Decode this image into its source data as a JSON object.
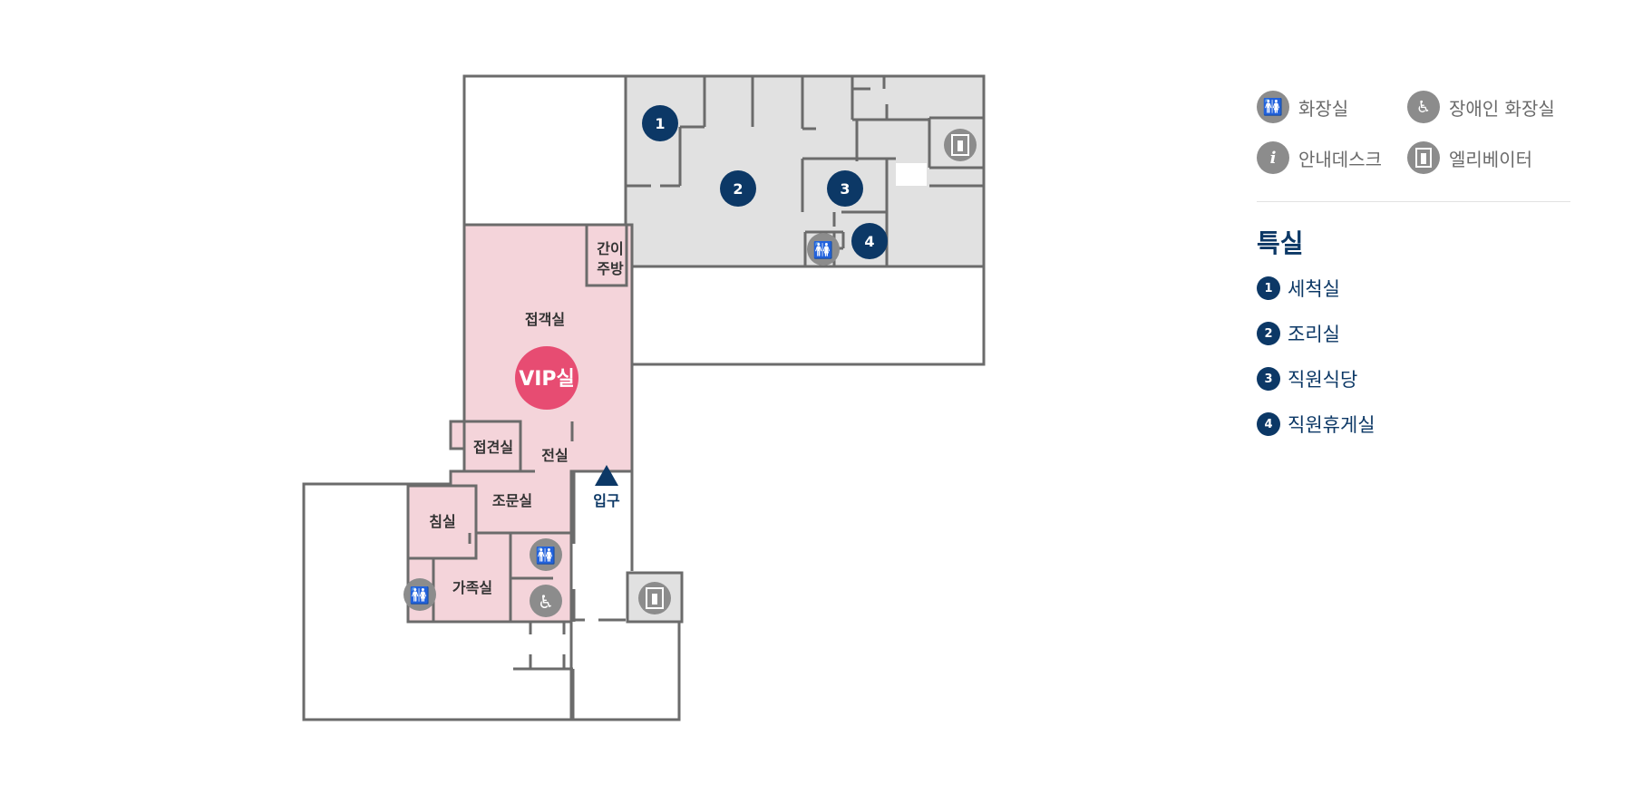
{
  "legend": {
    "items": [
      {
        "icon": "restroom-icon",
        "label": "화장실"
      },
      {
        "icon": "wheelchair-icon",
        "label": "장애인 화장실"
      },
      {
        "icon": "info-icon",
        "label": "안내데스크"
      },
      {
        "icon": "elevator-icon",
        "label": "엘리베이터"
      }
    ]
  },
  "special_rooms": {
    "title": "특실",
    "items": [
      {
        "number": "1",
        "name": "세척실"
      },
      {
        "number": "2",
        "name": "조리실"
      },
      {
        "number": "3",
        "name": "직원식당"
      },
      {
        "number": "4",
        "name": "직원휴게실"
      }
    ]
  },
  "map": {
    "rooms": {
      "kitchenette_line1": "간이",
      "kitchenette_line2": "주방",
      "reception": "접객실",
      "vip": "VIP실",
      "meeting": "접견실",
      "exhibit": "전실",
      "condolence": "조문실",
      "bedroom": "침실",
      "family": "가족실",
      "entrance": "입구"
    },
    "badges": [
      "1",
      "2",
      "3",
      "4"
    ]
  },
  "colors": {
    "navy": "#0c3866",
    "pink": "#f4d4da",
    "vip": "#e74c72",
    "gray_room": "#e1e1e1",
    "icon_gray": "#8c8c8c",
    "wall": "#6b6b6b"
  }
}
